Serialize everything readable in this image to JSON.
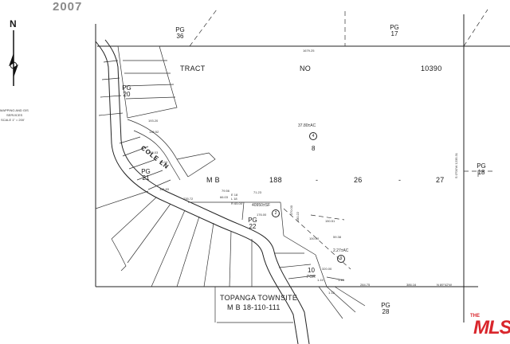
{
  "stamp": {
    "year": "2007"
  },
  "north_arrow": {
    "letter": "N",
    "icon": "north-arrow-icon"
  },
  "legend": {
    "line1": "MAPPING AND GIS",
    "line2": "SERVICES",
    "scale": "SCALE 1\" = 200'"
  },
  "page_refs": {
    "pg36": "PG 36",
    "pg17": "PG 17",
    "pg20": "PG 20",
    "pg21": "PG 21",
    "pg22": "PG 22",
    "pg18": "PG 18",
    "pg28": "PG 28"
  },
  "tract": {
    "word": "TRACT",
    "no": "NO",
    "number": "10390"
  },
  "map_book": {
    "mb": "M B",
    "book": "188",
    "dash1": "-",
    "page": "26",
    "dash2": "-",
    "parcel": "27"
  },
  "street": {
    "name": "COLE LN"
  },
  "townsite": {
    "name": "TOPANGA TOWNSITE",
    "book": "M B 18-110-111"
  },
  "parcels": {
    "p4": {
      "number": "4",
      "acres": "37.80±AC",
      "sub": "8"
    },
    "p2": {
      "number": "2",
      "area": "40950±SF"
    },
    "p9": {
      "number": "9",
      "acres": "2.27±AC"
    },
    "p10": {
      "number": "10",
      "suffix": "POR"
    }
  },
  "dimensions": {
    "top": "1679.25",
    "east": "S 0°00'W 1235.31",
    "south_left": "284.75",
    "south_right": "386.16",
    "south_bearing": "N 89°42'W",
    "d1": "193.20",
    "d2": "135.52",
    "d3": "145.03",
    "d4": "78.04",
    "d5": "115.83",
    "d6": "235.72",
    "d7": "176.00",
    "d8": "100.00",
    "d9": "71.23",
    "d10": "370.00",
    "d11": "180.22",
    "d12": "59.38",
    "d13": "66.03",
    "d14": "79.56",
    "d15": "150.51",
    "d16": "320.00",
    "d17": "1.15",
    "d18": "1.10",
    "d19": "1.12"
  },
  "curve_data": {
    "c1": "R 65.00'",
    "c2": "L 18",
    "c3": "E 18"
  },
  "brand": {
    "the": "THE",
    "name": "MLS",
    "reg": "®"
  }
}
